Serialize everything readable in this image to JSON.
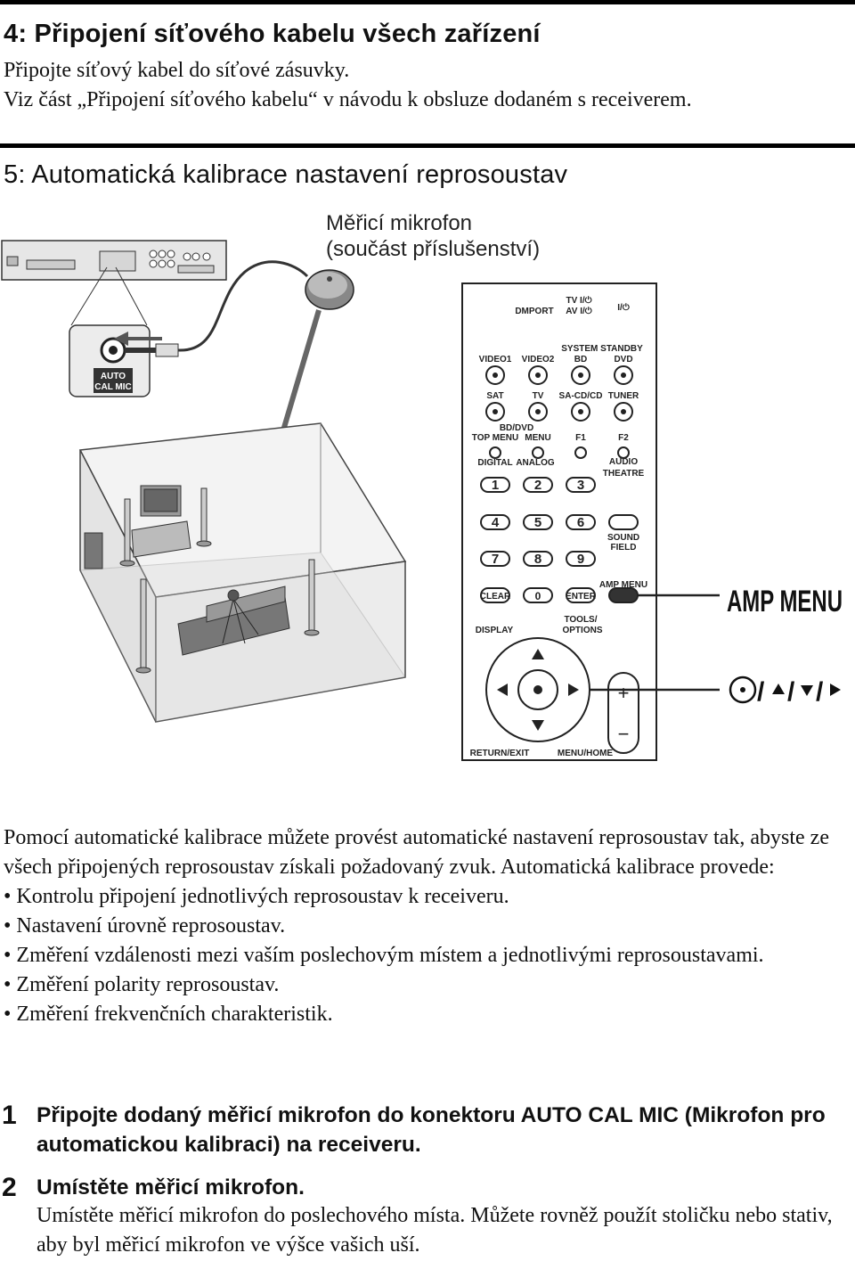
{
  "section4": {
    "title": "4: Připojení síťového kabelu všech zařízení",
    "line1": "Připojte síťový kabel do síťové zásuvky.",
    "line2": "Viz část „Připojení síťového kabelu“ v návodu k obsluze dodaném s receiverem."
  },
  "section5": {
    "title": "5: Automatická kalibrace nastavení reprosoustav"
  },
  "figure": {
    "mic_caption_line1": "Měřicí mikrofon",
    "mic_caption_line2": "(součást příslušenství)",
    "jack_label_line1": "AUTO",
    "jack_label_line2": "CAL MIC",
    "amp_menu_callout": "AMP MENU",
    "remote": {
      "row1": [
        "DMPORT",
        "TV I/⏻",
        "AV I/⏻",
        "I/⏻"
      ],
      "row2_top": [
        "SYSTEM STANDBY"
      ],
      "row2": [
        "VIDEO1",
        "VIDEO2",
        "BD",
        "DVD"
      ],
      "row3": [
        "SAT",
        "TV",
        "SA-CD/CD",
        "TUNER"
      ],
      "row4_top": "BD/DVD",
      "row4": [
        "TOP MENU",
        "MENU",
        "F1",
        "F2"
      ],
      "row5": [
        "DIGITAL",
        "ANALOG",
        "AUDIO",
        "THEATRE"
      ],
      "digits": [
        "1",
        "2",
        "3",
        "4",
        "5",
        "6",
        "7",
        "8",
        "9",
        "0"
      ],
      "sound_field": [
        "SOUND",
        "FIELD"
      ],
      "clear": "CLEAR",
      "enter": "ENTER",
      "amp_menu": "AMP MENU",
      "display": "DISPLAY",
      "tools_options": [
        "TOOLS/",
        "OPTIONS"
      ],
      "return_exit": "RETURN/EXIT",
      "menu_home": "MENU/HOME"
    }
  },
  "body": {
    "para1": "Pomocí automatické kalibrace můžete provést automatické nastavení reprosoustav tak, abyste ze všech připojených reprosoustav získali požadovaný zvuk. Automatická kalibrace provede:",
    "bullets": [
      "• Kontrolu připojení jednotlivých reprosoustav k receiveru.",
      "• Nastavení úrovně reprosoustav.",
      "• Změření vzdálenosti mezi vaším poslechovým místem a jednotlivými reprosoustavami.",
      "• Změření polarity reprosoustav.",
      "• Změření frekvenčních charakteristik."
    ]
  },
  "steps": [
    {
      "num": "1",
      "head": "Připojte dodaný měřicí mikrofon do konektoru AUTO CAL MIC (Mikrofon pro automatickou kalibraci) na receiveru."
    },
    {
      "num": "2",
      "head": "Umístěte měřicí mikrofon.",
      "body": "Umístěte měřicí mikrofon do poslechového místa. Můžete rovněž použít stoličku nebo stativ, aby byl měřicí mikrofon ve výšce vašich uší."
    }
  ]
}
